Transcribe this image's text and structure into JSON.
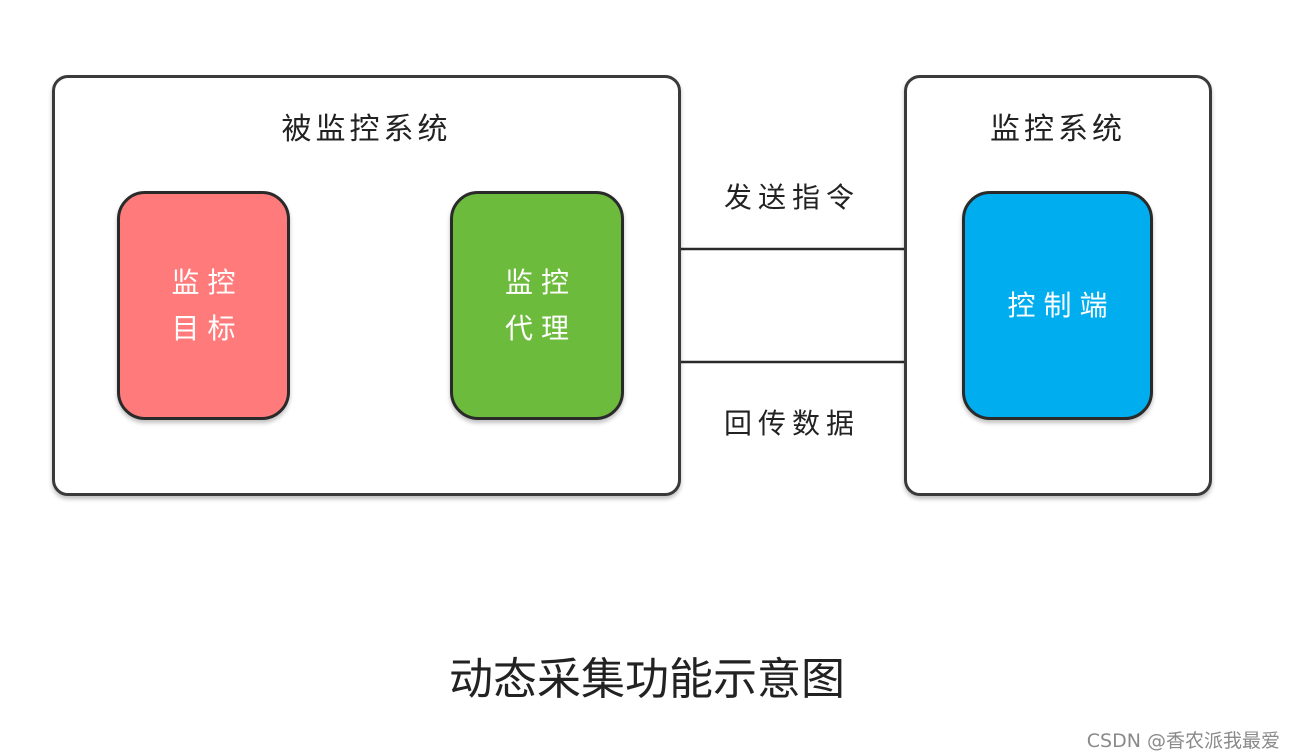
{
  "diagram": {
    "containers": {
      "monitored_system": {
        "title": "被监控系统"
      },
      "monitor_system": {
        "title": "监控系统"
      }
    },
    "nodes": {
      "target": {
        "line1": "监控",
        "line2": "目标",
        "color": "#FF7B7B"
      },
      "agent": {
        "line1": "监控",
        "line2": "代理",
        "color": "#6DBB3D"
      },
      "controller": {
        "label": "控制端",
        "color": "#00AEEF"
      }
    },
    "edges": {
      "send_command": "发送指令",
      "return_data": "回传数据"
    }
  },
  "caption": "动态采集功能示意图",
  "watermark": "CSDN @香农派我最爱"
}
